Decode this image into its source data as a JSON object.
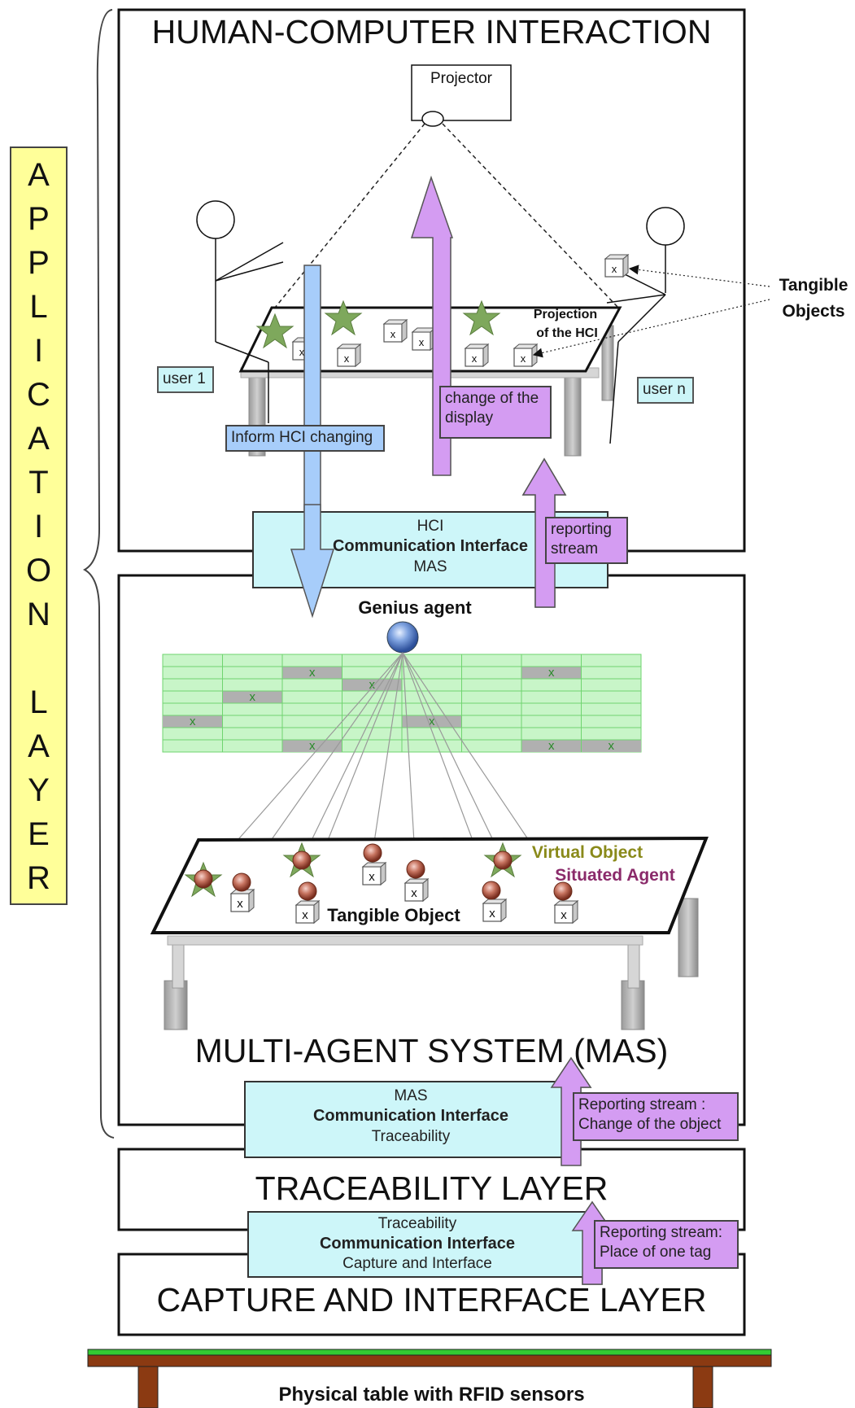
{
  "application_layer": "APPLICATION LAYER",
  "hci": {
    "title": "HUMAN-COMPUTER INTERACTION",
    "projector": "Projector",
    "projection_line1": "Projection",
    "projection_line2": "of the HCI",
    "tangible_line1": "Tangible",
    "tangible_line2": "Objects",
    "user1": "user 1",
    "usern": "user n",
    "inform": "Inform HCI changing",
    "change_line1": "change of the",
    "change_line2": "display",
    "reporting_line1": "reporting",
    "reporting_line2": "stream",
    "object_mark": "x"
  },
  "hci_interface": {
    "line1": "HCI",
    "line2": "Communication Interface",
    "line3": "MAS"
  },
  "mas": {
    "title": "MULTI-AGENT SYSTEM (MAS)",
    "genius": "Genius agent",
    "virtual": "Virtual Object",
    "situated": "Situated Agent",
    "tangible": "Tangible Object",
    "grid_mark": "x"
  },
  "mas_interface": {
    "line1": "MAS",
    "line2": "Communication Interface",
    "line3": "Traceability"
  },
  "reporting_object": {
    "line1": "Reporting stream :",
    "line2": "Change of the object"
  },
  "traceability": {
    "title": "TRACEABILITY LAYER"
  },
  "trace_interface": {
    "line1": "Traceability",
    "line2": "Communication Interface",
    "line3": "Capture and Interface"
  },
  "reporting_tag": {
    "line1": "Reporting stream:",
    "line2": "Place of one tag"
  },
  "capture": {
    "title": "CAPTURE AND INTERFACE LAYER"
  },
  "physical": {
    "label": "Physical table with RFID sensors"
  },
  "colors": {
    "blue_arrow": "#a7cdfa",
    "purple_arrow": "#d49cf2",
    "cyan": "#ccf5f8",
    "yellow": "#ffff99",
    "grid_green": "#c8f5c8",
    "star": "#7ea85c",
    "table_top": "#8b3a12",
    "table_green": "#33cc33"
  }
}
